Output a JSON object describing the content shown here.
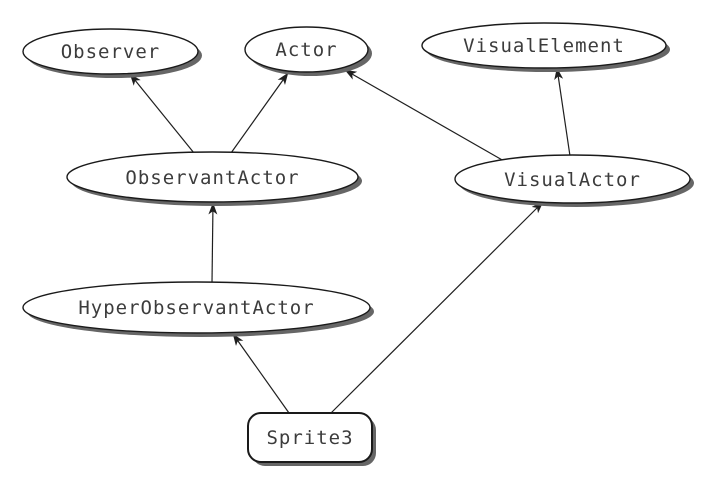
{
  "diagram": {
    "type": "class-inheritance-diagram",
    "background_color": "#ffffff",
    "node_fill_color": "#ffffff",
    "node_stroke_color": "#1a1a1a",
    "shadow_color": "#666666",
    "text_color": "#3c3c3c",
    "nodes": [
      {
        "id": "observer",
        "label": "Observer",
        "shape": "ellipse"
      },
      {
        "id": "actor",
        "label": "Actor",
        "shape": "ellipse"
      },
      {
        "id": "visual-element",
        "label": "VisualElement",
        "shape": "ellipse"
      },
      {
        "id": "observant-actor",
        "label": "ObservantActor",
        "shape": "ellipse"
      },
      {
        "id": "visual-actor",
        "label": "VisualActor",
        "shape": "ellipse"
      },
      {
        "id": "hyper-observant-actor",
        "label": "HyperObservantActor",
        "shape": "ellipse"
      },
      {
        "id": "sprite3",
        "label": "Sprite3",
        "shape": "rounded-rect"
      }
    ],
    "edges": [
      {
        "from": "ObservantActor",
        "to": "Observer"
      },
      {
        "from": "ObservantActor",
        "to": "Actor"
      },
      {
        "from": "VisualActor",
        "to": "Actor"
      },
      {
        "from": "VisualActor",
        "to": "VisualElement"
      },
      {
        "from": "HyperObservantActor",
        "to": "ObservantActor"
      },
      {
        "from": "Sprite3",
        "to": "HyperObservantActor"
      },
      {
        "from": "Sprite3",
        "to": "VisualActor"
      }
    ]
  }
}
